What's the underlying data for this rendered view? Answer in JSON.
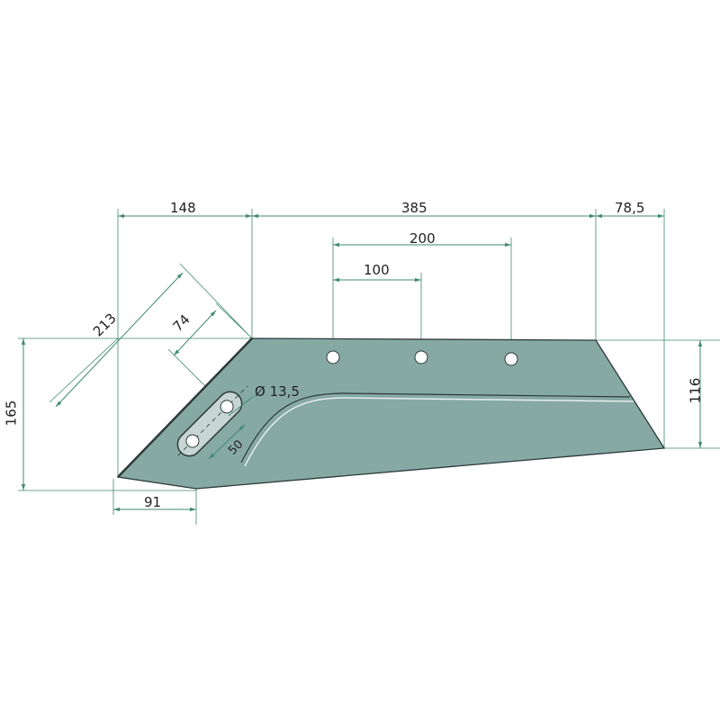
{
  "dimensions": {
    "d148": "148",
    "d385": "385",
    "d78_5": "78,5",
    "d200": "200",
    "d100": "100",
    "d165": "165",
    "d116": "116",
    "d91": "91",
    "d213": "213",
    "d74": "74",
    "hole_diameter": "Ø 13,5",
    "slot_spacing": "50"
  },
  "colors": {
    "part_fill": "#86a9a4",
    "dimension_line": "#3f8a70",
    "outline": "#2d3a38"
  }
}
